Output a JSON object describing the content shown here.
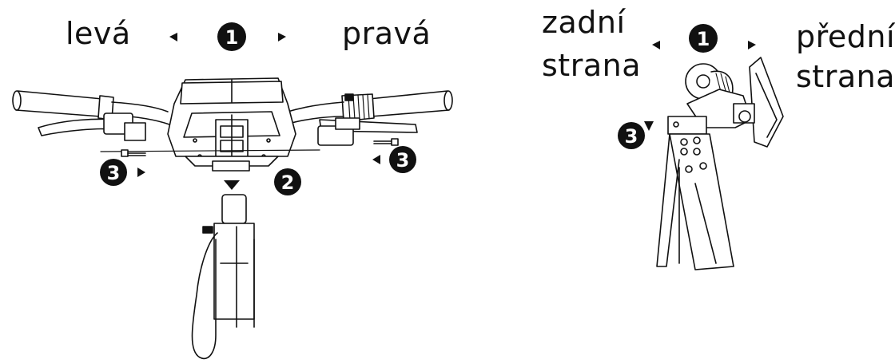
{
  "left_view": {
    "label_left": "levá",
    "label_right": "pravá",
    "step_top": "1",
    "step_mid": "2",
    "step_left_bolt": "3",
    "step_right_bolt": "3"
  },
  "right_view": {
    "label_back_1": "zadní",
    "label_back_2": "strana",
    "label_front_1": "přední",
    "label_front_2": "strana",
    "step_top": "1",
    "step_bolt": "3"
  },
  "colors": {
    "ink": "#111111",
    "badge": "#111111",
    "badge_text": "#ffffff"
  }
}
